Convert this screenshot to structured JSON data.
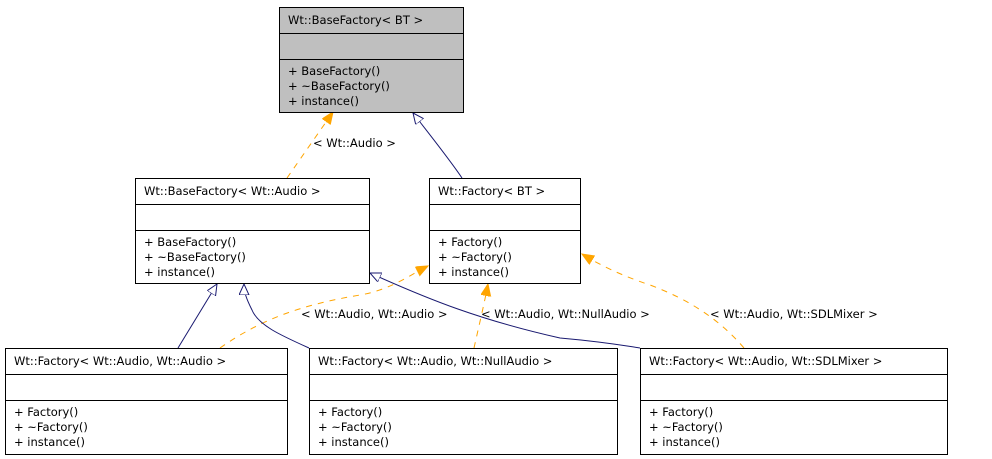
{
  "diagram": {
    "title": "Wt::BaseFactory< BT > inheritance diagram",
    "colors": {
      "inherit": "#191970",
      "template": "#ffa500",
      "root_fill": "#bfbfbf"
    },
    "classes": [
      {
        "id": "basefactory_bt",
        "name": "Wt::BaseFactory< BT >",
        "ops": [
          "+ BaseFactory()",
          "+ ~BaseFactory()",
          "+ instance()"
        ]
      },
      {
        "id": "basefactory_audio",
        "name": "Wt::BaseFactory< Wt::Audio >",
        "ops": [
          "+ BaseFactory()",
          "+ ~BaseFactory()",
          "+ instance()"
        ]
      },
      {
        "id": "factory_bt",
        "name": "Wt::Factory< BT >",
        "ops": [
          "+ Factory()",
          "+ ~Factory()",
          "+ instance()"
        ]
      },
      {
        "id": "factory_audio_audio",
        "name": "Wt::Factory< Wt::Audio, Wt::Audio >",
        "ops": [
          "+ Factory()",
          "+ ~Factory()",
          "+ instance()"
        ]
      },
      {
        "id": "factory_audio_null",
        "name": "Wt::Factory< Wt::Audio, Wt::NullAudio >",
        "ops": [
          "+ Factory()",
          "+ ~Factory()",
          "+ instance()"
        ]
      },
      {
        "id": "factory_audio_sdl",
        "name": "Wt::Factory< Wt::Audio, Wt::SDLMixer >",
        "ops": [
          "+ Factory()",
          "+ ~Factory()",
          "+ instance()"
        ]
      }
    ],
    "edge_labels": {
      "audio": "< Wt::Audio >",
      "audio_audio": "< Wt::Audio, Wt::Audio >",
      "audio_null": "< Wt::Audio, Wt::NullAudio >",
      "audio_sdl": "< Wt::Audio, Wt::SDLMixer >"
    }
  }
}
